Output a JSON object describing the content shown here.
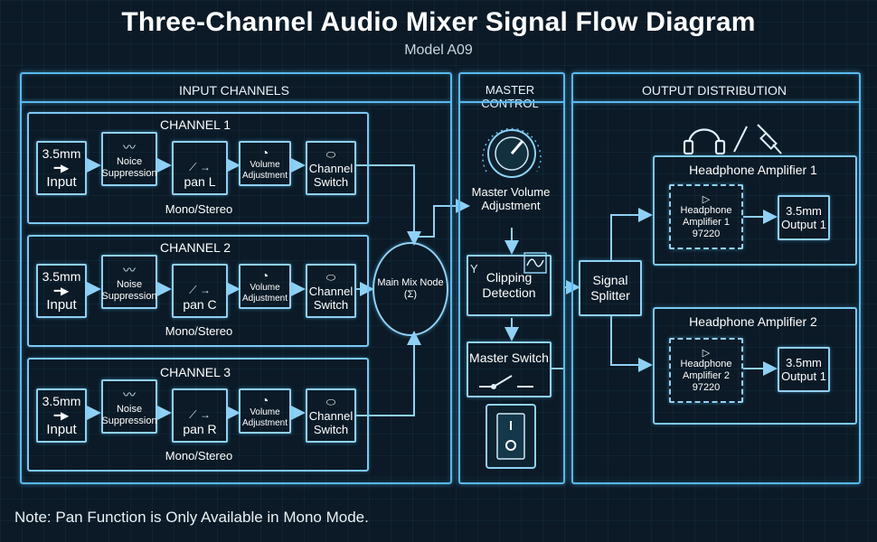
{
  "title": "Three-Channel Audio Mixer Signal Flow Diagram",
  "subtitle": "Model A09",
  "sections": {
    "input": "INPUT CHANNELS",
    "master": "MASTER CONTROL",
    "output": "OUTPUT DISTRIBUTION"
  },
  "channels": [
    {
      "title": "CHANNEL 1",
      "input_top": "3.5mm",
      "input_bottom": "Input",
      "noise": "Noice\nSuppression",
      "pan": "pan L",
      "volume": "Volume\nAdjustment",
      "switch": "Channel\nSwitch",
      "mode": "Mono/Stereo"
    },
    {
      "title": "CHANNEL 2",
      "input_top": "3.5mm",
      "input_bottom": "Input",
      "noise": "Noise\nSuppression",
      "pan": "pan C",
      "volume": "Volume\nAdjustment",
      "switch": "Channel\nSwitch",
      "mode": "Mono/Stereo"
    },
    {
      "title": "CHANNEL 3",
      "input_top": "3.5mm",
      "input_bottom": "Input",
      "noise": "Noise\nSuppression",
      "pan": "pan R",
      "volume": "Volume\nAdjustment",
      "switch": "Channel\nSwitch",
      "mode": "Mono/Stereo"
    }
  ],
  "mix_node": {
    "label": "Main Mix Node",
    "symbol": "(Σ)"
  },
  "master": {
    "volume": "Master Volume\nAdjustment",
    "clipping_top": "Clipping",
    "clipping_bottom": "Detection",
    "clipping_glyph": "Y",
    "switch": "Master Switch"
  },
  "output": {
    "splitter_top": "Signal",
    "splitter_bottom": "Splitter",
    "amps": [
      {
        "title": "Headphone Amplifier 1",
        "chip_line1": "Headphone",
        "chip_line2": "Amplifier 1",
        "chip_line3": "97220",
        "out_top": "3.5mm",
        "out_bottom": "Output 1"
      },
      {
        "title": "Headphone Amplifier 2",
        "chip_line1": "Headphone",
        "chip_line2": "Amplifier 2",
        "chip_line3": "97220",
        "out_top": "3.5mm",
        "out_bottom": "Output 1"
      }
    ]
  },
  "note": "Note: Pan Function is Only Available in Mono Mode.",
  "colors": {
    "line": "#58b9ef",
    "text": "#ffffff",
    "background": "#0b1a26"
  },
  "icons": [
    "headphones-icon",
    "jack-plug-icon",
    "waveform-icon",
    "knob-icon",
    "toggle-icon",
    "switch-icon",
    "rocker-switch-icon",
    "chip-icon",
    "oscilloscope-icon"
  ]
}
